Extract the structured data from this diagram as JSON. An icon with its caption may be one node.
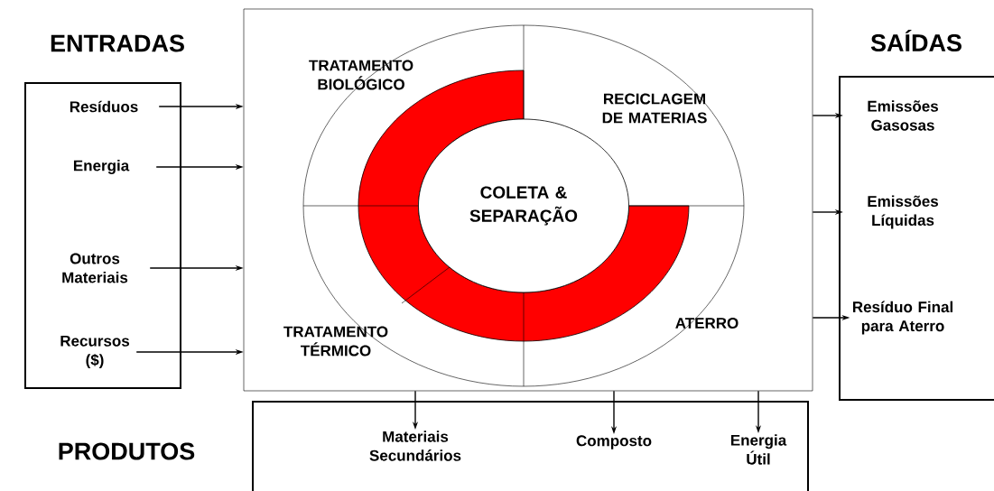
{
  "diagram": {
    "nodes": [
      {
        "text": [
          "ENTRADAS"
        ]
      },
      {
        "text": [
          "Resíduos"
        ],
        "in": 0
      },
      {
        "text": [
          "Energia"
        ],
        "in": 0
      },
      {
        "text": [
          "Outros Materiais"
        ],
        "in": 0
      },
      {
        "text": [
          "Recursos ($)"
        ],
        "in": 0
      },
      {
        "text": [],
        "shape": "box"
      },
      {
        "text": [
          "COLETA & SEPARAÇÃO"
        ],
        "in": 5
      },
      {
        "text": [
          "SAÍDAS"
        ]
      },
      {
        "text": [
          "Emissões Gasosas"
        ],
        "in": 7
      },
      {
        "text": [
          "Emissões Líquidas"
        ],
        "in": 7
      },
      {
        "text": [
          "Resíduo Final para Aterro"
        ],
        "in": 7
      },
      {
        "text": [
          "PRODUTOS"
        ]
      },
      {
        "text": [
          "Materiais Secundários"
        ],
        "in": 11
      },
      {
        "text": [
          "Composto"
        ],
        "in": 11
      },
      {
        "text": [
          "Energia Útil"
        ],
        "in": 11
      }
    ],
    "edges": [
      {
        "from": 1,
        "to": 5,
        "arrow": "to"
      },
      {
        "from": 2,
        "to": 5,
        "arrow": "to"
      },
      {
        "from": 3,
        "to": 5,
        "arrow": "to"
      },
      {
        "from": 4,
        "to": 5,
        "arrow": "to"
      },
      {
        "from": 5,
        "to": 8,
        "arrow": "to"
      },
      {
        "from": 5,
        "to": 9,
        "arrow": "to"
      },
      {
        "from": 5,
        "to": 10,
        "arrow": "to"
      },
      {
        "from": 5,
        "to": 12,
        "arrow": "to"
      },
      {
        "from": 5,
        "to": 13,
        "arrow": "to"
      },
      {
        "from": 5,
        "to": 14,
        "arrow": "to"
      }
    ],
    "labels": [
      "TRATAMENTO BIOLÓGICO",
      "RECICLAGEM DE MATERIAS",
      "TRATAMENTO TÉRMICO",
      "ATERRO"
    ]
  }
}
